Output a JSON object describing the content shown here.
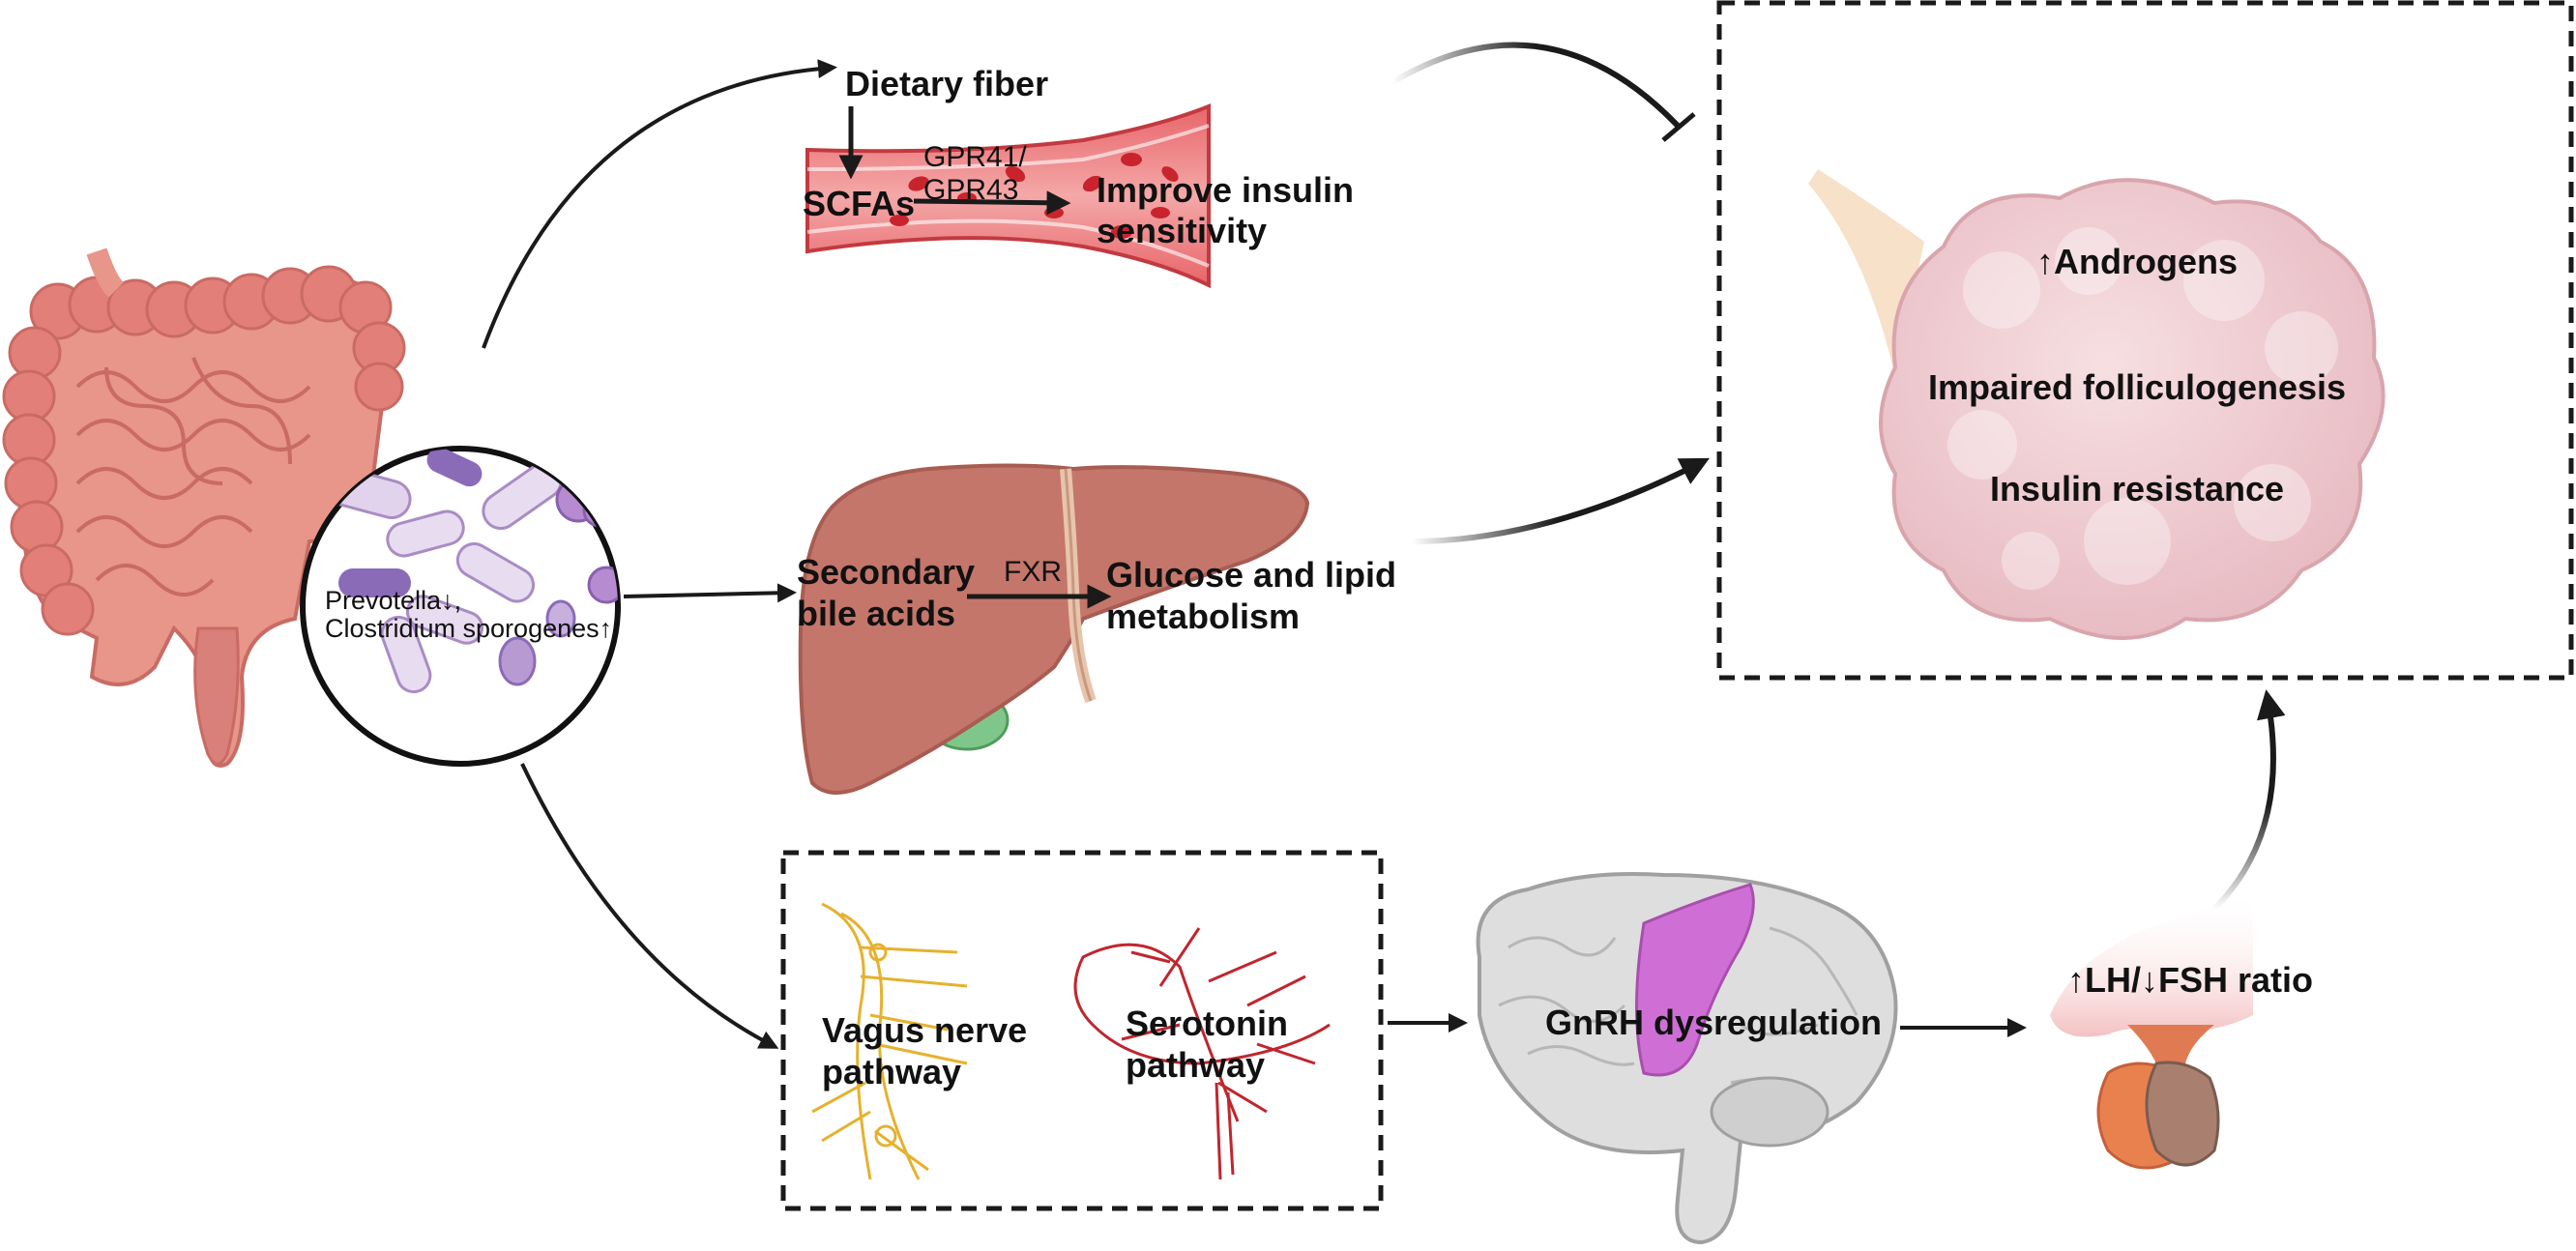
{
  "microbiota": {
    "line1": "Prevotella↓,",
    "line2": "Clostridium sporogenes↑"
  },
  "scfa_path": {
    "source": "Dietary fiber",
    "metabolite": "SCFAs",
    "receptor_line1": "GPR41/",
    "receptor_line2": "GPR43",
    "effect_line1": "Improve insulin",
    "effect_line2": "sensitivity"
  },
  "bile_path": {
    "metabolite_line1": "Secondary",
    "metabolite_line2": "bile acids",
    "receptor": "FXR",
    "effect_line1": "Glucose and lipid",
    "effect_line2": "metabolism"
  },
  "neural_path": {
    "vagus_line1": "Vagus nerve",
    "vagus_line2": "pathway",
    "serotonin_line1": "Serotonin",
    "serotonin_line2": "pathway",
    "brain": "GnRH dysregulation",
    "pituitary": "↑LH/↓FSH ratio"
  },
  "ovary": {
    "items": [
      "↑Androgens",
      "Impaired folliculogenesis",
      "Insulin resistance"
    ]
  },
  "colors": {
    "intestine": "#e8958a",
    "intestine_dark": "#c96b64",
    "vessel": "#d94a4f",
    "liver": "#c4766a",
    "ovary": "#efcdd2",
    "nerve": "#e6b12f",
    "serotonin": "#c0262e",
    "brain": "#dedede",
    "brain_region": "#cf6fd6",
    "pituitary": "#e9814f",
    "arrow": "#1a1a1a"
  }
}
